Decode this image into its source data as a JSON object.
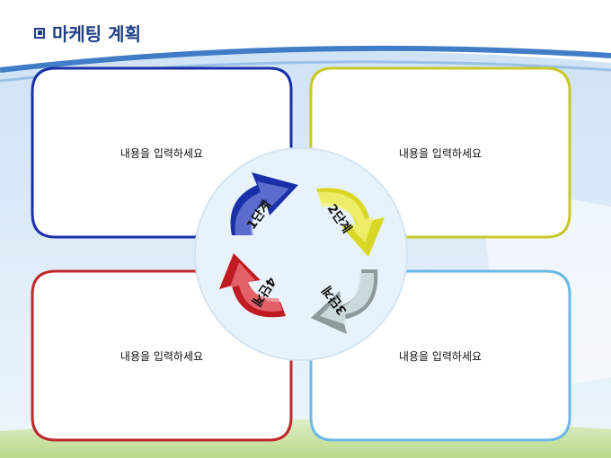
{
  "title": "마케팅 계획",
  "boxes": [
    {
      "text": "내용을 입력하세요",
      "color": "#1a2fa8"
    },
    {
      "text": "내용을 입력하세요",
      "color": "#c8c82a"
    },
    {
      "text": "내용을 입력하세요",
      "color": "#c0282a"
    },
    {
      "text": "내용을 입력하세요",
      "color": "#6ab8e6"
    }
  ],
  "steps": [
    {
      "label": "1단계",
      "color": "#1a2fa8"
    },
    {
      "label": "2단계",
      "color": "#e0e032"
    },
    {
      "label": "3단계",
      "color": "#9aa6a8"
    },
    {
      "label": "4단계",
      "color": "#c01a22"
    }
  ]
}
